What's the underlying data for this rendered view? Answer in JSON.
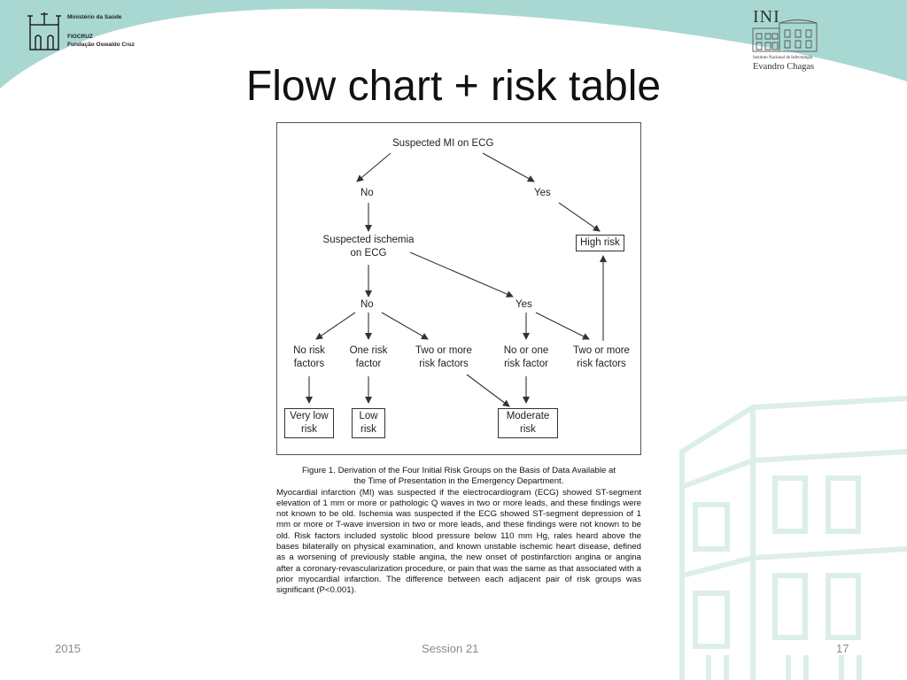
{
  "header": {
    "left_logo": {
      "line1": "Ministério da Saúde",
      "line2": "FIOCRUZ",
      "line3": "Fundação Oswaldo Cruz"
    },
    "right_logo": {
      "acronym": "INI",
      "line1": "Instituto Nacional de Infectologia",
      "line2": "Evandro Chagas"
    },
    "accent_color": "#a9d8d2"
  },
  "title": "Flow chart + risk table",
  "flowchart": {
    "suspected_mi": "Suspected MI on ECG",
    "no_1": "No",
    "yes_1": "Yes",
    "high_risk": "High risk",
    "ischemia_l1": "Suspected ischemia",
    "ischemia_l2": "on ECG",
    "no_2": "No",
    "yes_2": "Yes",
    "no_risk_l1": "No risk",
    "no_risk_l2": "factors",
    "one_risk_l1": "One risk",
    "one_risk_l2": "factor",
    "two_more_a_l1": "Two or more",
    "two_more_a_l2": "risk factors",
    "no_or_one_l1": "No or one",
    "no_or_one_l2": "risk factor",
    "two_more_b_l1": "Two or more",
    "two_more_b_l2": "risk factors",
    "very_low_l1": "Very low",
    "very_low_l2": "risk",
    "low_l1": "Low",
    "low_l2": "risk",
    "moderate_l1": "Moderate",
    "moderate_l2": "risk"
  },
  "caption": {
    "heading_l1": "Figure 1. Derivation of the Four Initial Risk Groups on the Basis of Data Available at",
    "heading_l2": "the Time of Presentation in the Emergency Department.",
    "body": "Myocardial infarction (MI) was suspected if the electrocardiogram (ECG) showed ST-segment elevation of 1 mm or more or pathologic Q waves in two or more leads, and these findings were not known to be old. Ischemia was suspected if the ECG showed ST-segment depression of 1 mm or more or T-wave inversion in two or more leads, and these findings were not known to be old. Risk factors included systolic blood pressure below 110 mm Hg, rales heard above the bases bilaterally on physical examination, and known unstable ischemic heart disease, defined as a worsening of previously stable angina, the new onset of postinfarction angina or angina after a coronary-revascularization procedure, or pain that was the same as that associated with a prior myocardial infarction. The difference between each adjacent pair of risk groups was significant (P<0.001)."
  },
  "footer": {
    "year": "2015",
    "session": "Session 21",
    "page": "17"
  }
}
